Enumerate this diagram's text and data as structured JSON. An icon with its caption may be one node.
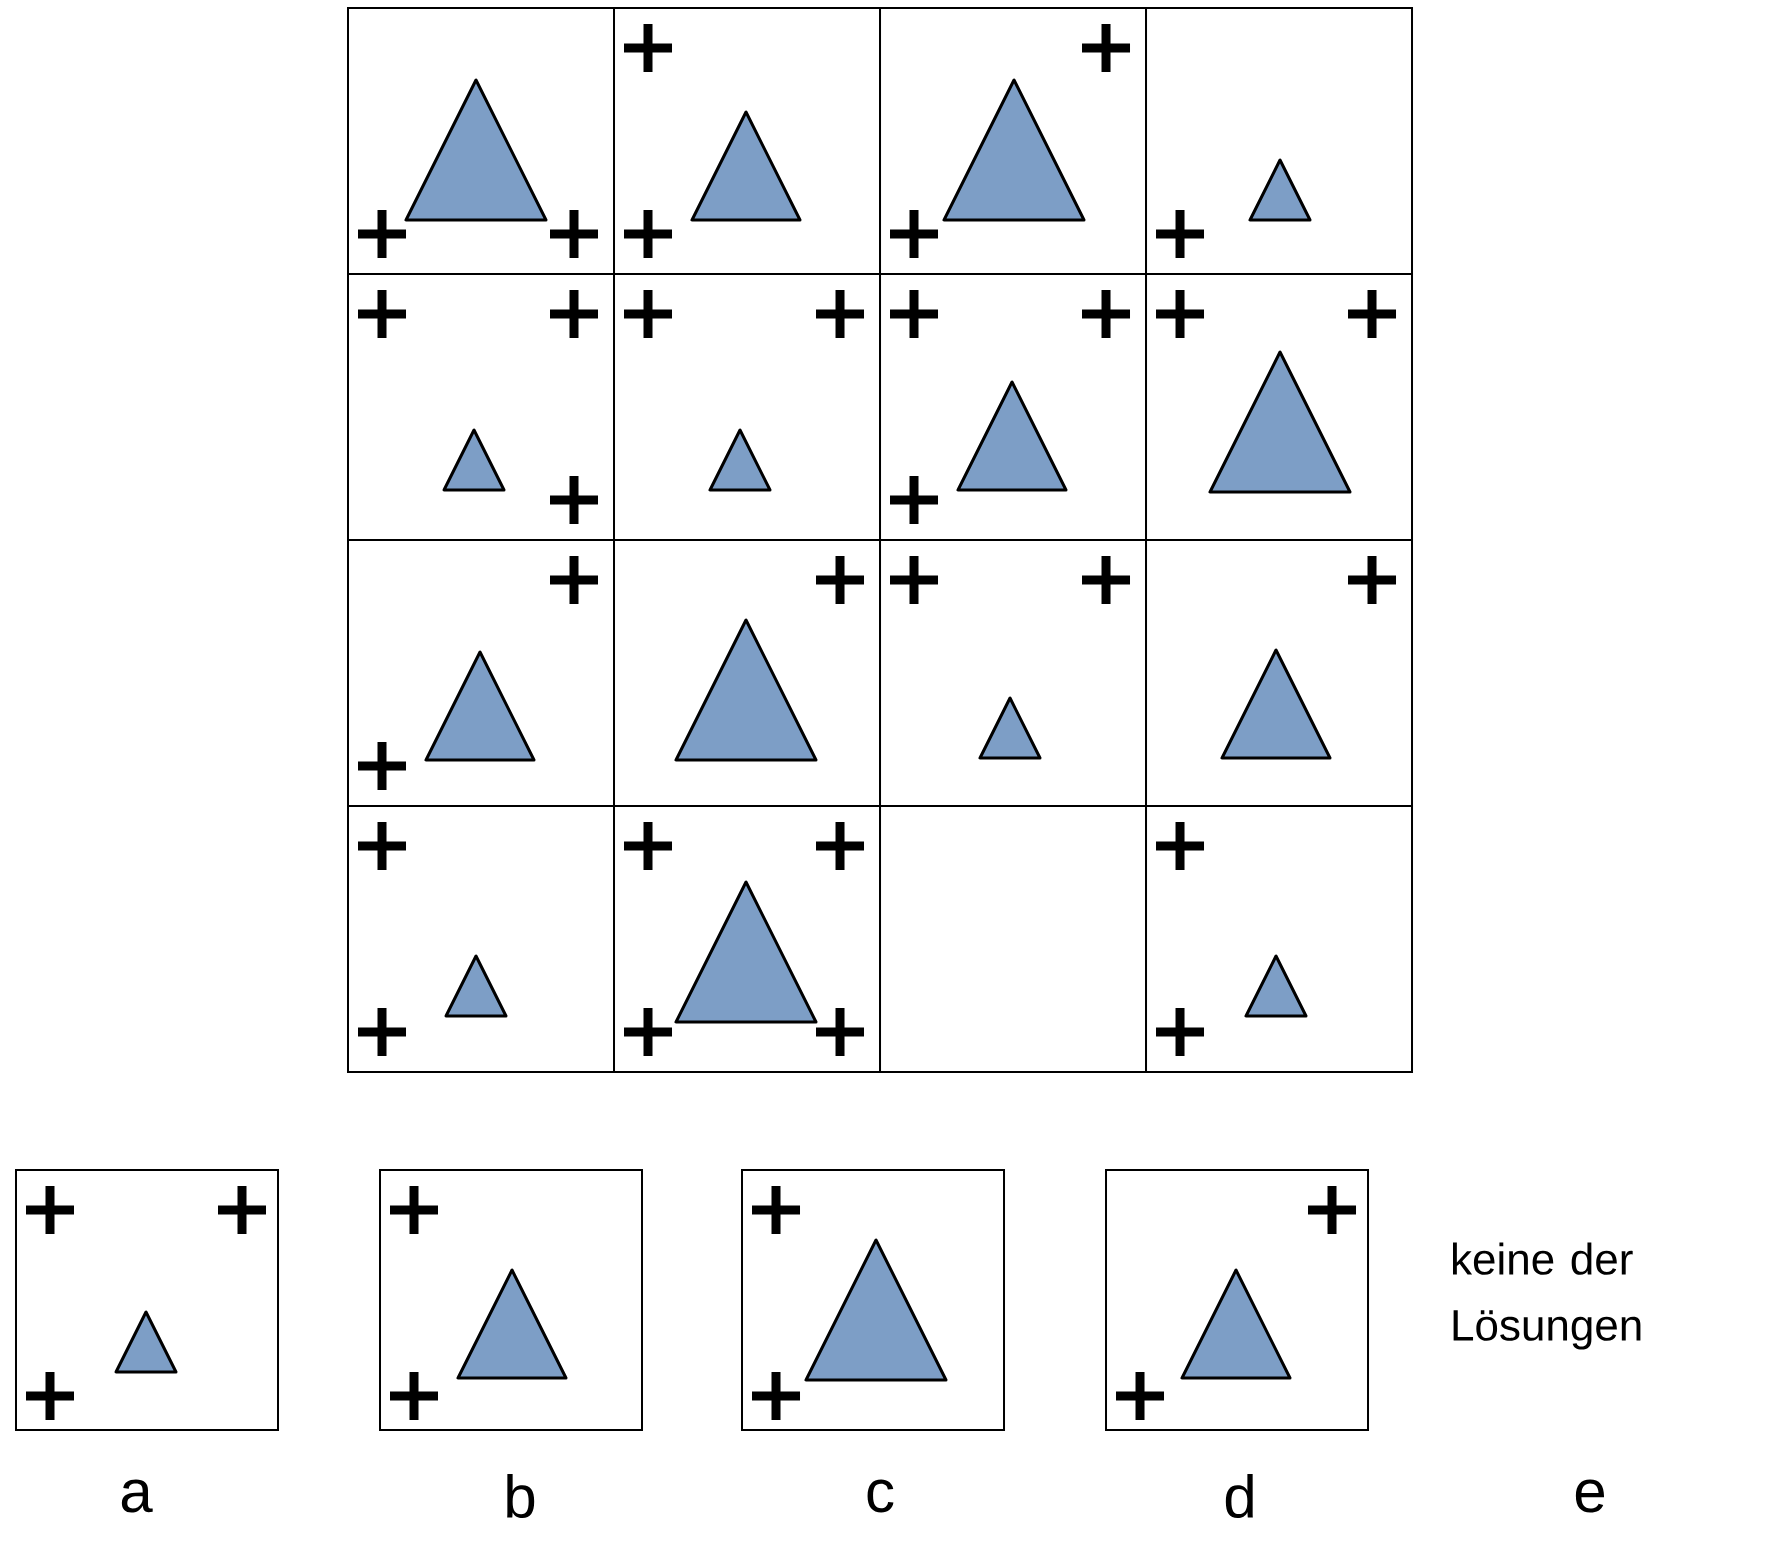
{
  "diagram": {
    "nodes": [
      {
        "text": [],
        "shape": "box"
      },
      {
        "text": [],
        "shape": "box"
      },
      {
        "text": [],
        "shape": "box"
      },
      {
        "text": [],
        "shape": "box"
      },
      {
        "text": [],
        "shape": "box"
      },
      {
        "text": [],
        "shape": "box"
      },
      {
        "text": [],
        "shape": "box"
      },
      {
        "text": [],
        "shape": "box"
      },
      {
        "text": [],
        "shape": "box"
      },
      {
        "text": [],
        "shape": "box"
      },
      {
        "text": [],
        "shape": "box"
      },
      {
        "text": [],
        "shape": "box"
      },
      {
        "text": [],
        "shape": "box"
      },
      {
        "text": [],
        "shape": "box"
      },
      {
        "text": [],
        "shape": "box"
      },
      {
        "text": [],
        "shape": "box"
      },
      {
        "text": [],
        "shape": "box",
        "beside": [
          "a"
        ]
      },
      {
        "text": [],
        "shape": "box",
        "beside": [
          "b"
        ]
      },
      {
        "text": [],
        "shape": "box",
        "beside": [
          "c"
        ]
      },
      {
        "text": [],
        "shape": "box",
        "beside": [
          "d"
        ]
      },
      {
        "text": [
          "keine der Lösungen"
        ],
        "beside": [
          "e"
        ]
      }
    ]
  }
}
